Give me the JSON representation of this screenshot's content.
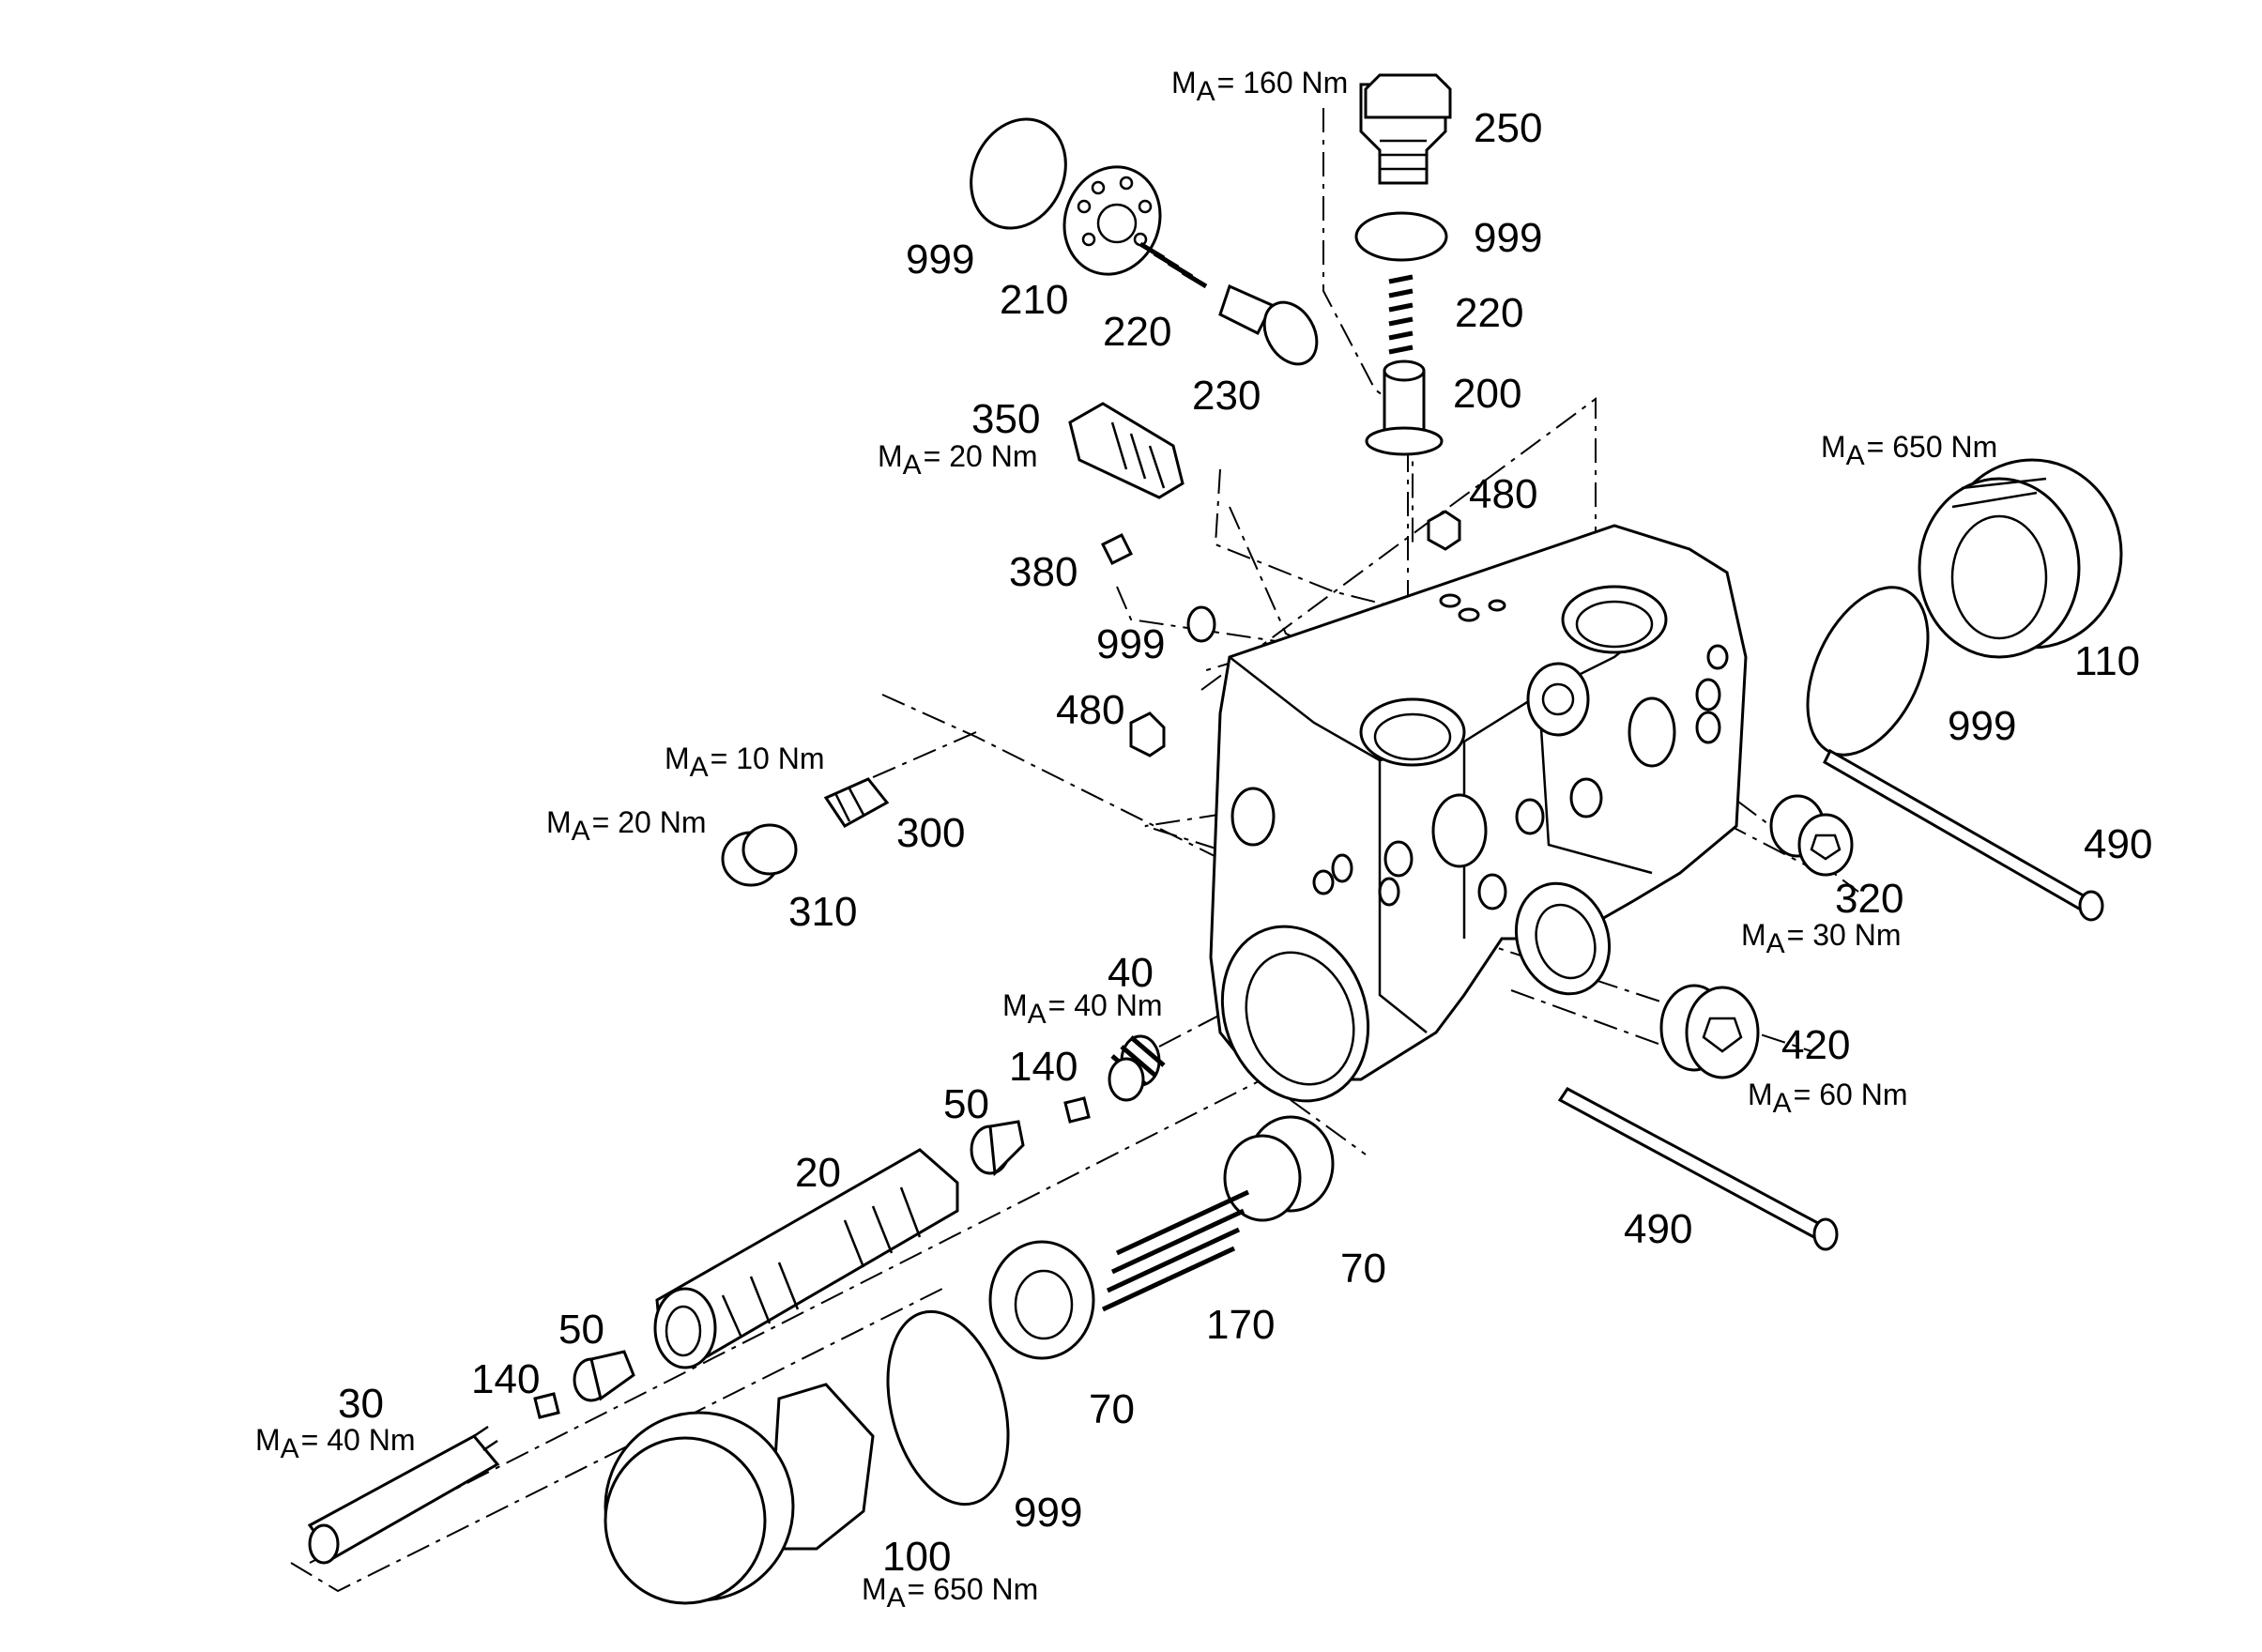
{
  "labels": [
    {
      "id": "p250",
      "text": "250"
    },
    {
      "id": "p999a",
      "text": "999"
    },
    {
      "id": "p220a",
      "text": "220"
    },
    {
      "id": "p200",
      "text": "200"
    },
    {
      "id": "p999b",
      "text": "999"
    },
    {
      "id": "p210",
      "text": "210"
    },
    {
      "id": "p220b",
      "text": "220"
    },
    {
      "id": "p230",
      "text": "230"
    },
    {
      "id": "p350",
      "text": "350"
    },
    {
      "id": "p480a",
      "text": "480"
    },
    {
      "id": "p380",
      "text": "380"
    },
    {
      "id": "p999c",
      "text": "999"
    },
    {
      "id": "p480b",
      "text": "480"
    },
    {
      "id": "p110",
      "text": "110"
    },
    {
      "id": "p999d",
      "text": "999"
    },
    {
      "id": "p490a",
      "text": "490"
    },
    {
      "id": "p300",
      "text": "300"
    },
    {
      "id": "p310",
      "text": "310"
    },
    {
      "id": "p320",
      "text": "320"
    },
    {
      "id": "p40",
      "text": "40"
    },
    {
      "id": "p420",
      "text": "420"
    },
    {
      "id": "p140a",
      "text": "140"
    },
    {
      "id": "p50a",
      "text": "50"
    },
    {
      "id": "p490b",
      "text": "490"
    },
    {
      "id": "p20",
      "text": "20"
    },
    {
      "id": "p70a",
      "text": "70"
    },
    {
      "id": "p170",
      "text": "170"
    },
    {
      "id": "p50b",
      "text": "50"
    },
    {
      "id": "p140b",
      "text": "140"
    },
    {
      "id": "p30",
      "text": "30"
    },
    {
      "id": "p70b",
      "text": "70"
    },
    {
      "id": "p999e",
      "text": "999"
    },
    {
      "id": "p100",
      "text": "100"
    }
  ],
  "torques": [
    {
      "id": "t250",
      "symbol": "M",
      "sub": "A",
      "value": "= 160 Nm"
    },
    {
      "id": "t350",
      "symbol": "M",
      "sub": "A",
      "value": "= 20 Nm"
    },
    {
      "id": "t110",
      "symbol": "M",
      "sub": "A",
      "value": "= 650 Nm"
    },
    {
      "id": "t300",
      "symbol": "M",
      "sub": "A",
      "value": "= 10 Nm"
    },
    {
      "id": "t310",
      "symbol": "M",
      "sub": "A",
      "value": "= 20 Nm"
    },
    {
      "id": "t320",
      "symbol": "M",
      "sub": "A",
      "value": "= 30 Nm"
    },
    {
      "id": "t40",
      "symbol": "M",
      "sub": "A",
      "value": "= 40 Nm"
    },
    {
      "id": "t420",
      "symbol": "M",
      "sub": "A",
      "value": "= 60 Nm"
    },
    {
      "id": "t30",
      "symbol": "M",
      "sub": "A",
      "value": "= 40 Nm"
    },
    {
      "id": "t100",
      "symbol": "M",
      "sub": "A",
      "value": "= 650 Nm"
    }
  ]
}
